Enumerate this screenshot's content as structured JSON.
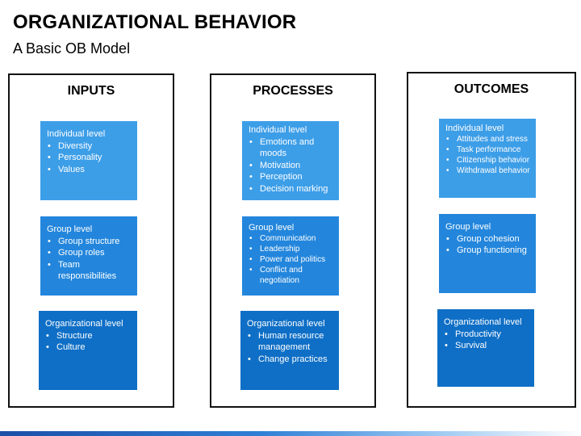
{
  "slide": {
    "title": "ORGANIZATIONAL BEHAVIOR",
    "subtitle": "A Basic OB Model"
  },
  "columns": [
    {
      "header": "INPUTS",
      "boxes": [
        {
          "heading": "Individual level",
          "items": [
            "Diversity",
            "Personality",
            "Values"
          ]
        },
        {
          "heading": "Group level",
          "items": [
            "Group structure",
            "Group roles",
            "Team responsibilities"
          ]
        },
        {
          "heading": "Organizational level",
          "items": [
            "Structure",
            "Culture"
          ]
        }
      ]
    },
    {
      "header": "PROCESSES",
      "boxes": [
        {
          "heading": "Individual level",
          "items": [
            "Emotions and moods",
            "Motivation",
            "Perception",
            "Decision marking"
          ]
        },
        {
          "heading": "Group level",
          "items": [
            "Communication",
            "Leadership",
            "Power and politics",
            "Conflict and negotiation"
          ]
        },
        {
          "heading": "Organizational level",
          "items": [
            "Human resource management",
            "Change practices"
          ]
        }
      ]
    },
    {
      "header": "OUTCOMES",
      "boxes": [
        {
          "heading": "Individual level",
          "items": [
            "Attitudes and stress",
            "Task performance",
            "Citizenship behavior",
            "Withdrawal behavior"
          ]
        },
        {
          "heading": "Group level",
          "items": [
            "Group cohesion",
            "Group functioning"
          ]
        },
        {
          "heading": "Organizational level",
          "items": [
            "Productivity",
            "Survival"
          ]
        }
      ]
    }
  ],
  "colors": {
    "individual_level_box": "#3d9ee8",
    "group_level_box": "#2386dc",
    "organizational_level_box": "#0f6fc6",
    "column_border": "#111111"
  }
}
